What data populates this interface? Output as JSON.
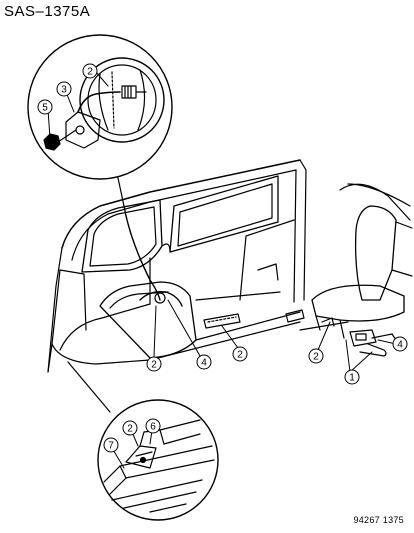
{
  "header": {
    "code": "SAS–1375A"
  },
  "footer": {
    "ref": "94267  1375"
  },
  "callouts": {
    "c1": "1",
    "c2": "2",
    "c3": "3",
    "c4": "4",
    "c5": "5",
    "c6": "6",
    "c7": "7"
  }
}
